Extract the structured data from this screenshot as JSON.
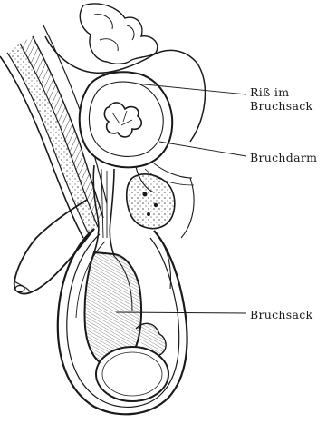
{
  "labels": {
    "riss_line1": "Riß im",
    "riss_line2": "Bruchsack",
    "bruchdarm": "Bruchdarm",
    "bruchsack": "Bruchsack"
  },
  "colors": {
    "ink": "#1a1a1a",
    "paper": "#ffffff"
  }
}
